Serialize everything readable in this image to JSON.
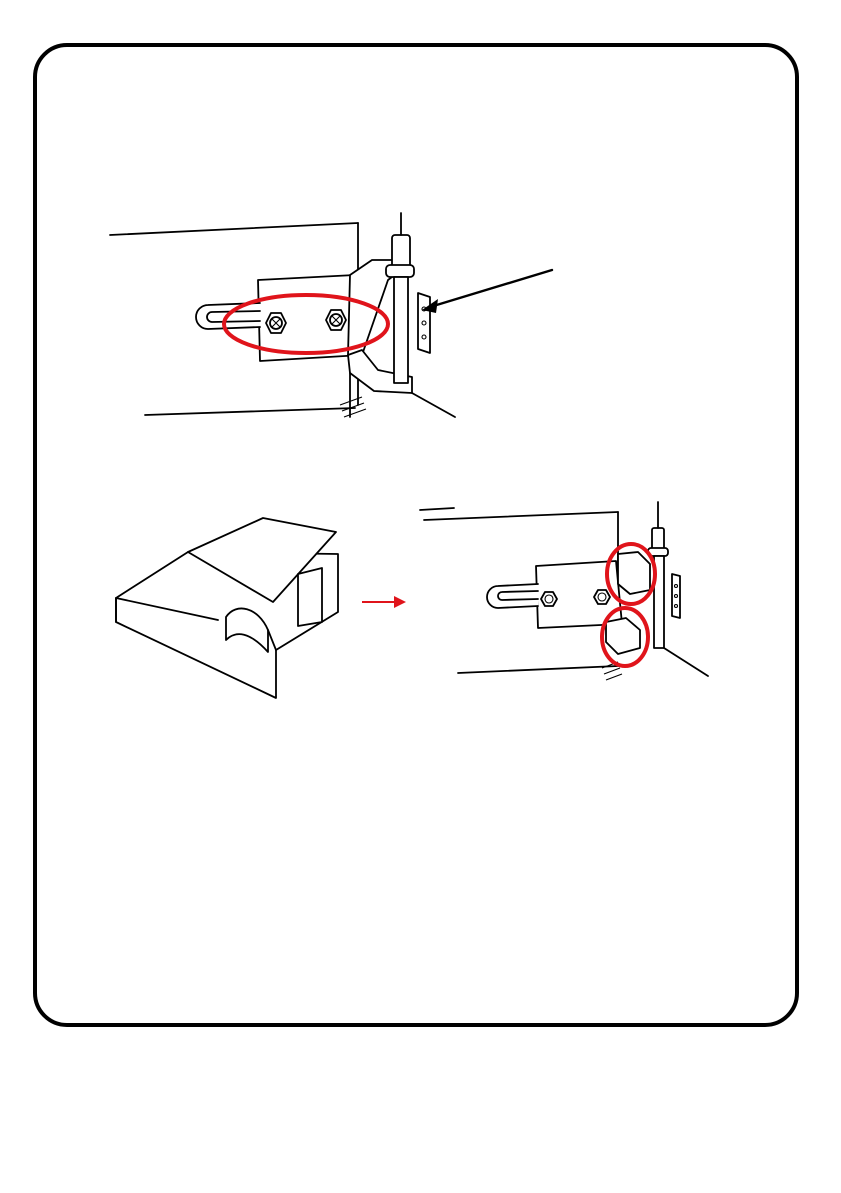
{
  "page": {
    "frame_style": "rounded-border",
    "background": "#ffffff"
  },
  "figures": {
    "hinge_detail": {
      "icon": "hinge-assembly-with-bolts",
      "highlight": "two-bolts-circled",
      "pointer": "arrow-to-hinge-pin"
    },
    "bracket_install": {
      "part_icon": "hinge-spacer-bracket",
      "step_arrow": "right-arrow",
      "result_icon": "hinge-with-spacers-installed",
      "highlights": [
        "upper-spacer-circled",
        "lower-spacer-circled"
      ]
    }
  },
  "colors": {
    "highlight": "#e0141b",
    "line": "#000000"
  }
}
